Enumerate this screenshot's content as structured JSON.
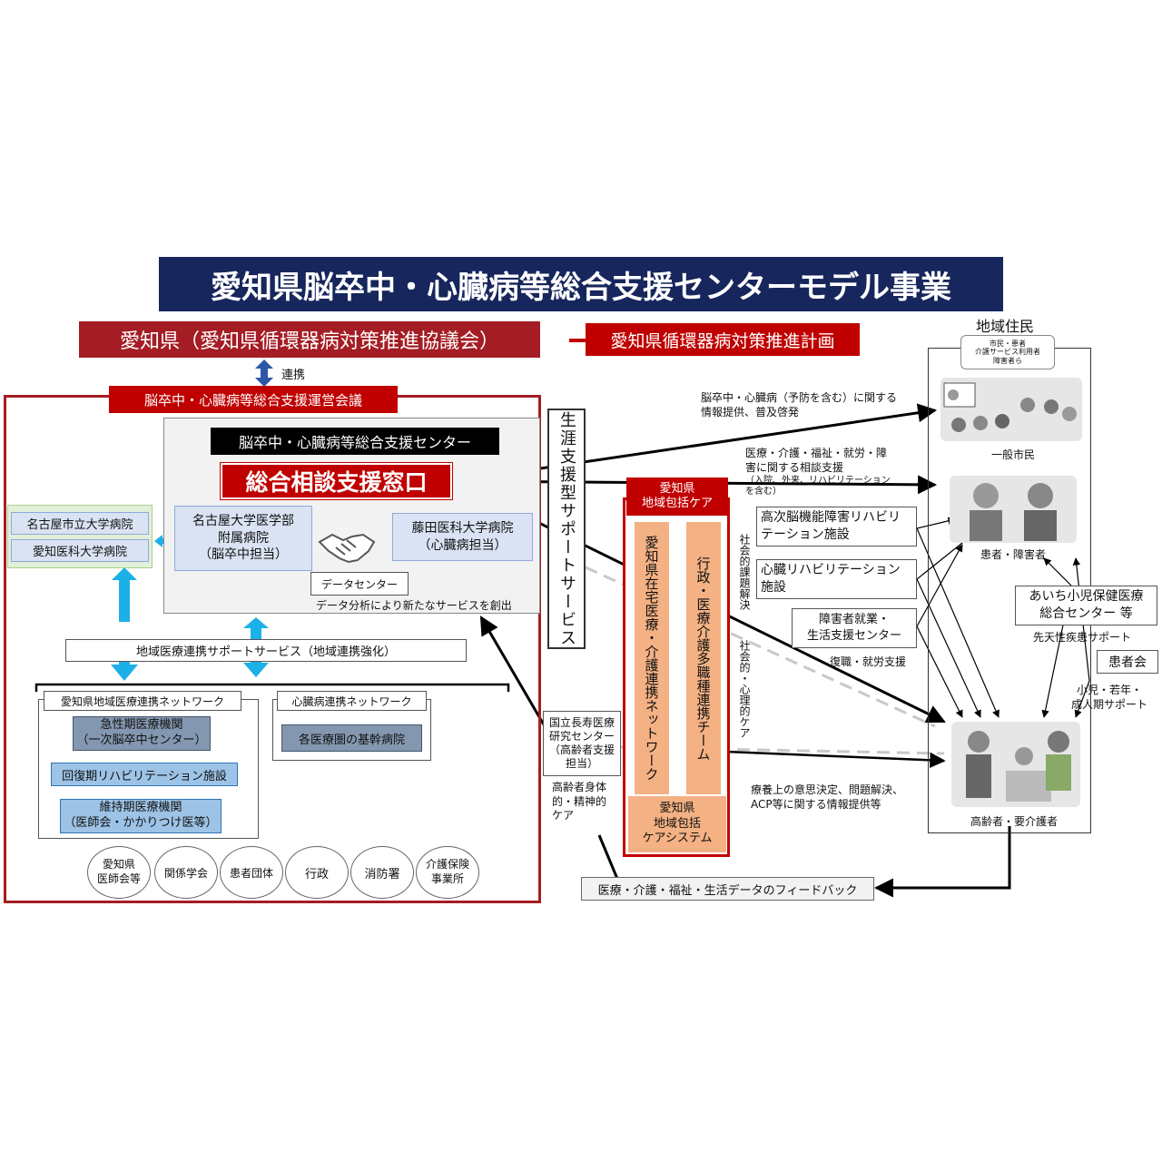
{
  "title": "愛知県脳卒中・心臓病等総合支援センターモデル事業",
  "prefecture": "愛知県（愛知県循環器病対策推進協議会）",
  "plan": "愛知県循環器病対策推進計画",
  "renkei": "連携",
  "council": "脳卒中・心臓病等総合支援運営会議",
  "center": {
    "name": "脳卒中・心臓病等総合支援センター",
    "window": "総合相談支援窓口",
    "nagoya_univ": "名古屋大学医学部\n附属病院\n（脳卒中担当）",
    "fujita": "藤田医科大学病院\n（心臓病担当）",
    "data_center": "データセンター",
    "data_note": "データ分析により新たなサービスを創出"
  },
  "hospitals": [
    "名古屋市立大学病院",
    "愛知医科大学病院"
  ],
  "regional_support": "地域医療連携サポートサービス（地域連携強化）",
  "network1": {
    "title": "愛知県地域医療連携ネットワーク",
    "acute": "急性期医療機関\n（一次脳卒中センター）",
    "recovery": "回復期リハビリテーション施設",
    "maintenance": "維持期医療機関\n（医師会・かかりつけ医等）"
  },
  "network2": {
    "title": "心臓病連携ネットワーク",
    "core": "各医療圏の基幹病院"
  },
  "members": [
    "愛知県\n医師会等",
    "関係学会",
    "患者団体",
    "行政",
    "消防署",
    "介護保険\n事業所"
  ],
  "lifelong": "生涯支援型サポートサービス",
  "care_header": "愛知県\n地域包括ケア",
  "care_col1": "愛知県在宅医療・介護連携ネットワーク",
  "care_col2": "行政・医療介護多職種連携チーム",
  "care_system": "愛知県\n地域包括\nケアシステム",
  "social_issue": "社会的課題解決",
  "social_psych": "社会的・心理的ケア",
  "ncgg": "国立長寿医療\n研究センター\n（高齢者支援\n担当）",
  "elderly_care": "高齢者身体\n的・精神的\nケア",
  "feedback": "医療・介護・福祉・生活データのフィードバック",
  "residents": {
    "title": "地域住民",
    "sub": "市民・患者\n介護サービス利用者\n障害者ら",
    "citizen": "一般市民",
    "patients": "患者・障害者",
    "elderly": "高齢者・要介護者"
  },
  "info1": "脳卒中・心臓病（予防を含む）に関する\n情報提供、普及啓発",
  "info2": "医療・介護・福祉・就労・障\n害に関する相談支援",
  "info2_sub": "（入院、外来、リハビリテーション\nを含む）",
  "rehab_brain": "高次脳機能障害リハビリ\nテーション施設",
  "rehab_heart": "心臓リハビリテーション\n施設",
  "employment": "障害者就業・\n生活支援センター",
  "work_support": "復職・就労支援",
  "child_center": "あいち小児保健医療\n総合センター 等",
  "congenital": "先天性疾患サポート",
  "patient_assoc": "患者会",
  "age_support": "小児・若年・\n成人期サポート",
  "decision": "療養上の意思決定、問題解決、\nACP等に関する情報提供等",
  "colors": {
    "navy": "#17265c",
    "red": "#c00000",
    "crimson": "#a51d24",
    "orange": "#f4b183",
    "cyan": "#1cb0e8",
    "steel": "#8497b0",
    "lightblue": "#dae3f3"
  }
}
